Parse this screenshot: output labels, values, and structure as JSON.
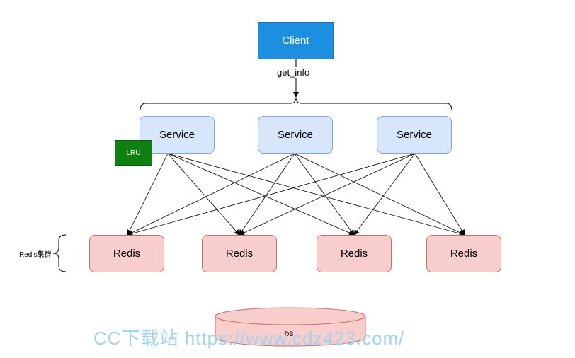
{
  "client": {
    "label": "Client"
  },
  "edge_label": "get_info",
  "services": [
    {
      "label": "Service"
    },
    {
      "label": "Service"
    },
    {
      "label": "Service"
    }
  ],
  "cache_badge": {
    "label": "LRU"
  },
  "cluster_label": "Redis集群",
  "redis_nodes": [
    {
      "label": "Redis"
    },
    {
      "label": "Redis"
    },
    {
      "label": "Redis"
    },
    {
      "label": "Redis"
    }
  ],
  "database": {
    "label": "DB"
  },
  "watermark": "CC下载站  https://www.cdz423.com/",
  "colors": {
    "client_fill": "#1c8fe0",
    "service_fill": "#d8e6fb",
    "redis_fill": "#f8cecc",
    "lru_fill": "#0f7f12",
    "watermark": "#9fd3f0"
  }
}
